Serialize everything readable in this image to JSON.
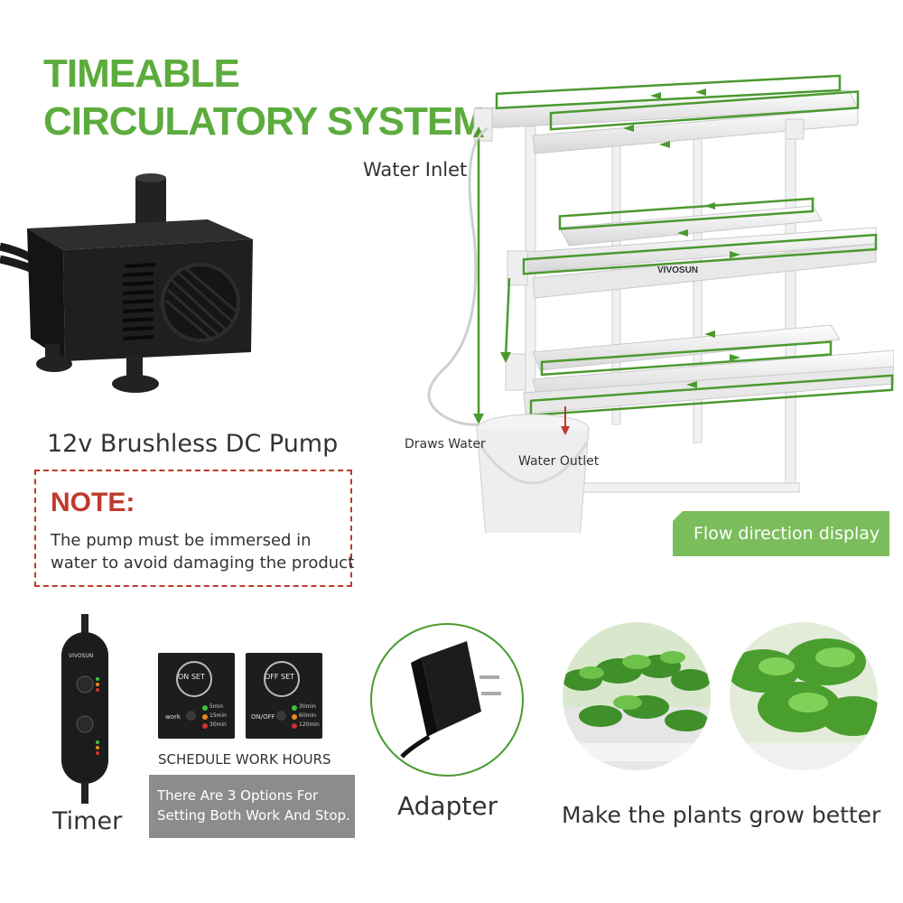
{
  "title": {
    "line1": "TIMEABLE",
    "line2": "CIRCULATORY SYSTEM"
  },
  "pump": {
    "caption": "12v Brushless DC Pump"
  },
  "note": {
    "heading": "NOTE:",
    "line1": "The pump must be immersed in",
    "line2": "water to avoid damaging the product"
  },
  "diagram": {
    "water_inlet": "Water Inlet",
    "draws_water": "Draws Water",
    "water_outlet": "Water Outlet",
    "brand_mark": "VIVOSUN",
    "flow_badge": "Flow direction display"
  },
  "timer": {
    "caption": "Timer",
    "brand": "VIVOSUN",
    "on_set_button": "ON SET",
    "off_set_button": "OFF SET",
    "work_label": "work",
    "onoff_label": "ON/OFF",
    "work_options": [
      "5min",
      "15min",
      "30min"
    ],
    "off_options": [
      "30min",
      "60min",
      "120min"
    ],
    "schedule_caption": "SCHEDULE WORK HOURS",
    "options_line1": "There Are 3 Options For",
    "options_line2": "Setting Both Work And Stop."
  },
  "adapter": {
    "caption": "Adapter"
  },
  "plants": {
    "caption": "Make the plants grow better"
  },
  "colors": {
    "brand_green": "#5cac3d",
    "flow_arrow_green": "#4a9a2e",
    "note_red": "#c0392b",
    "badge_green": "#7bbd5c",
    "grey_box": "#8c8c8c",
    "led_green": "#3fbf3f",
    "led_orange": "#e88a1a",
    "led_red": "#d03030"
  }
}
